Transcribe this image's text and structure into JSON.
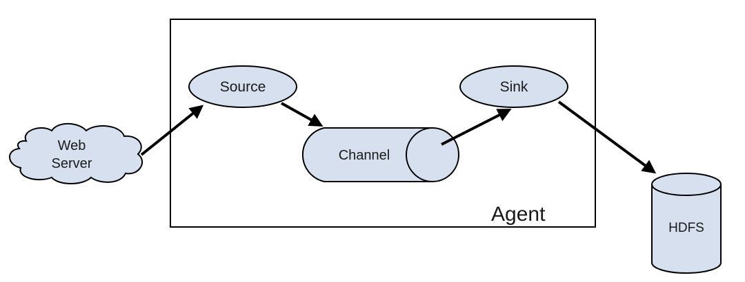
{
  "diagram": {
    "agent_label": "Agent",
    "nodes": {
      "web_server_line1": "Web",
      "web_server_line2": "Server",
      "source": "Source",
      "channel": "Channel",
      "sink": "Sink",
      "hdfs": "HDFS"
    },
    "edges": [
      {
        "from": "Web Server",
        "to": "Source"
      },
      {
        "from": "Source",
        "to": "Channel"
      },
      {
        "from": "Channel",
        "to": "Sink"
      },
      {
        "from": "Sink",
        "to": "HDFS"
      }
    ]
  },
  "colors": {
    "node_fill": "#d6e0ef",
    "stroke": "#000000"
  }
}
